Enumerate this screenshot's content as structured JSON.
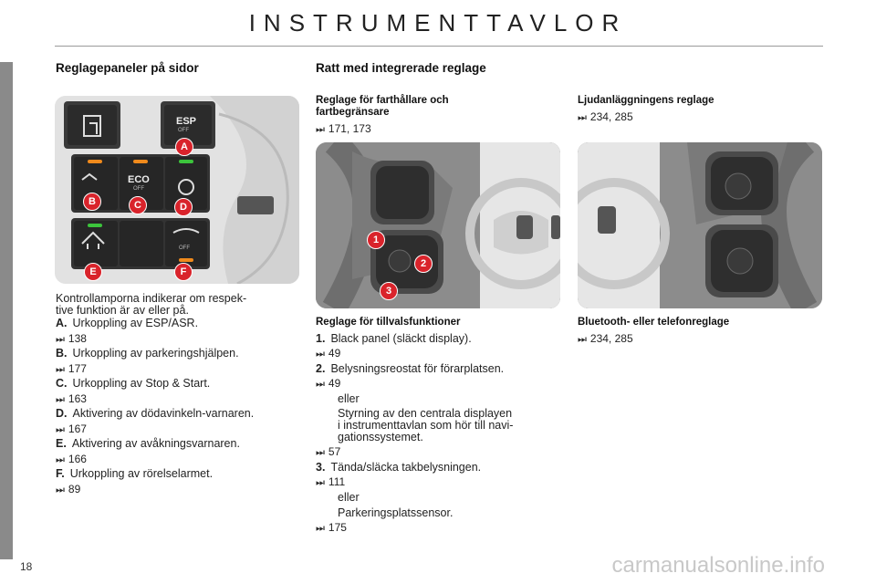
{
  "header": {
    "title": "INSTRUMENTTAVLOR"
  },
  "left": {
    "heading": "Reglagepaneler på sidor",
    "panel_labels": {
      "esp": "ESP",
      "eco": "ECO",
      "off": "OFF",
      "A": "A",
      "B": "B",
      "C": "C",
      "D": "D",
      "E": "E",
      "F": "F"
    },
    "intro_line1": "Kontrollamporna indikerar om respek-",
    "intro_line2": "tive funktion är av eller på.",
    "items": [
      {
        "key": "A.",
        "text": "Urkoppling av ESP/ASR.",
        "ref": "138"
      },
      {
        "key": "B.",
        "text": "Urkoppling av parkeringshjälpen.",
        "ref": "177"
      },
      {
        "key": "C.",
        "text": "Urkoppling av Stop & Start.",
        "ref": "163"
      },
      {
        "key": "D.",
        "text": "Aktivering av dödavinkeln-varnaren.",
        "ref": "167"
      },
      {
        "key": "E.",
        "text": "Aktivering av avåkningsvarnaren.",
        "ref": "166"
      },
      {
        "key": "F.",
        "text": "Urkoppling av rörelselarmet.",
        "ref": "89"
      }
    ]
  },
  "right": {
    "heading": "Ratt med integrerade reglage",
    "cruise": {
      "title_line1": "Reglage för farthållare och",
      "title_line2": "fartbegränsare",
      "ref": "171, 173"
    },
    "audio": {
      "title": "Ljudanläggningens reglage",
      "ref": "234, 285"
    },
    "options": {
      "title": "Reglage för tillvalsfunktioner",
      "item1_key": "1.",
      "item1_text": "Black panel (släckt display).",
      "item1_ref": "49",
      "item2_key": "2.",
      "item2_text": "Belysningsreostat för förarplatsen.",
      "item2_ref": "49",
      "or1": "eller",
      "item2_alt_line1": "Styrning av den centrala displayen",
      "item2_alt_line2": "i instrumenttavlan som hör till navi-",
      "item2_alt_line3": "gationssystemet.",
      "item2_alt_ref": "57",
      "item3_key": "3.",
      "item3_text": "Tända/släcka takbelysningen.",
      "item3_ref": "111",
      "or2": "eller",
      "item3_alt": "Parkeringsplatssensor.",
      "item3_alt_ref": "175"
    },
    "wheel_badges": {
      "one": "1",
      "two": "2",
      "three": "3"
    },
    "bluetooth": {
      "title": "Bluetooth- eller telefonreglage",
      "ref": "234, 285"
    }
  },
  "footer": {
    "page": "18",
    "watermark": "carmanualsonline.info"
  },
  "colors": {
    "badge_red": "#d9232b",
    "led_orange": "#f08a1c",
    "led_green": "#3cc43c",
    "rule": "#9a9a9a"
  },
  "icons": {
    "ref_arrow": "fast-forward-icon"
  }
}
